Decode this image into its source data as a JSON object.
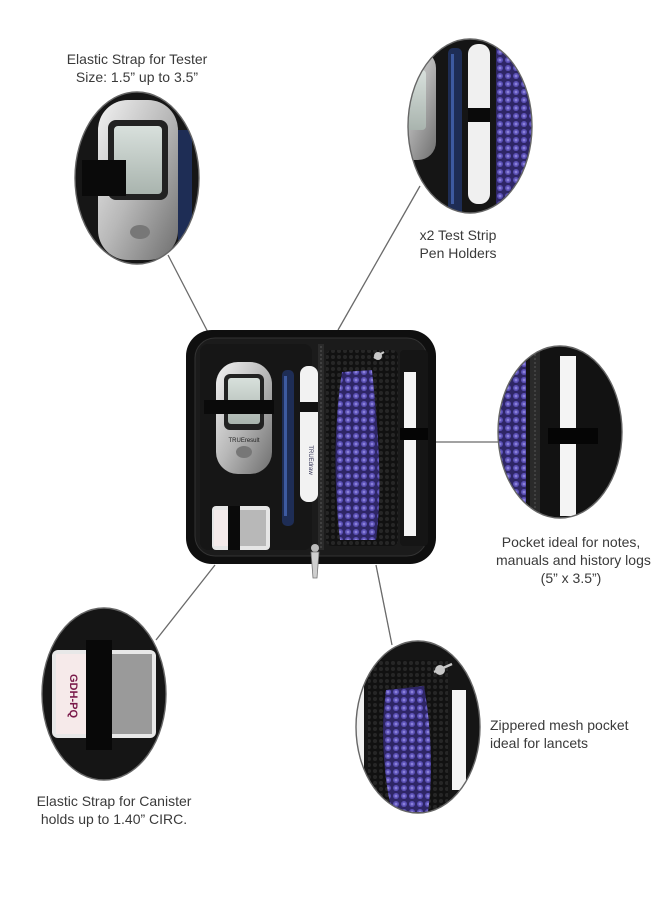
{
  "captions": {
    "strap_tester": {
      "line1": "Elastic Strap for Tester",
      "line2": "Size: 1.5” up to 3.5”"
    },
    "pen_holders": {
      "line1": "x2 Test Strip",
      "line2": "Pen Holders"
    },
    "notes_pocket": {
      "line1": "Pocket ideal for notes,",
      "line2": "manuals and history logs",
      "line3": "(5” x 3.5”)"
    },
    "canister_strap": {
      "line1": "Elastic Strap for Canister",
      "line2": "holds up to 1.40” CIRC."
    },
    "mesh_pocket": {
      "line1": "Zippered mesh pocket",
      "line2": "ideal for lancets"
    }
  },
  "product_labels": {
    "meter_brand": "TRUEresult",
    "pen_brand": "TRUEdraw",
    "canister_label": "GDH-PQ"
  },
  "colors": {
    "case_black": "#141414",
    "mesh_purple": "#4a3f9a",
    "meter_silver": "#c9c9c9",
    "leader_line": "#6a6a6a"
  }
}
